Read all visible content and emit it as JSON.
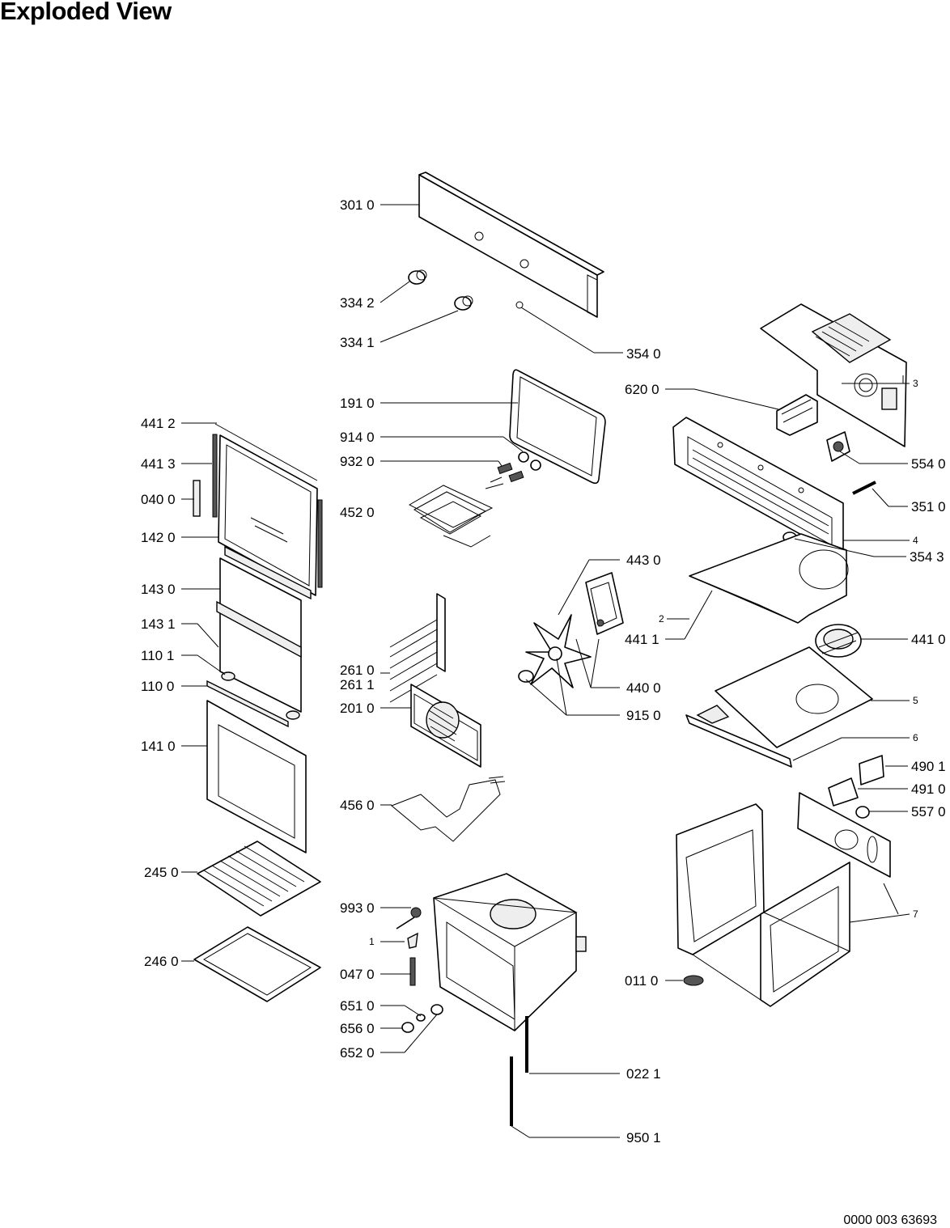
{
  "title": "Exploded View",
  "document_number": "0000 003 63693",
  "callouts": [
    "301 0",
    "334 2",
    "334 1",
    "354 0",
    "191 0",
    "914 0",
    "932 0",
    "452 0",
    "441 2",
    "441 3",
    "040 0",
    "142 0",
    "143 0",
    "143 1",
    "110 1",
    "110 0",
    "141 0",
    "245 0",
    "246 0",
    "261 0",
    "261 1",
    "201 0",
    "456 0",
    "620 0",
    "554 0",
    "351 0",
    "354 3",
    "443 0",
    "441 1",
    "441 0",
    "440 0",
    "915 0",
    "490 1",
    "491 0",
    "557 0",
    "993 0",
    "047 0",
    "651 0",
    "656 0",
    "652 0",
    "011 0",
    "022 1",
    "950 1"
  ],
  "assembly_refs": [
    "2",
    "3",
    "4",
    "5",
    "6",
    "7",
    "1"
  ]
}
